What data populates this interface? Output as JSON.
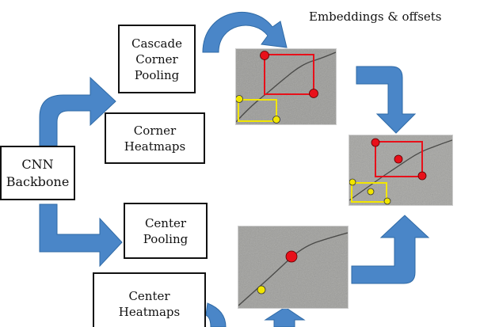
{
  "title": "Embeddings & offsets",
  "boxes": {
    "backbone": {
      "line1": "CNN",
      "line2": "Backbone"
    },
    "cascade": {
      "line1": "Cascade",
      "line2": "Corner",
      "line3": "Pooling"
    },
    "corner_heatmaps": {
      "line1": "Corner",
      "line2": "Heatmaps"
    },
    "center_pooling": {
      "line1": "Center",
      "line2": "Pooling"
    },
    "center_heatmaps": {
      "line1": "Center",
      "line2": "Heatmaps"
    }
  },
  "images": {
    "corner": "pavement crack image with red corner box and yellow corner box",
    "center": "pavement crack image with red and yellow center keypoints",
    "output": "pavement crack image with red and yellow detection boxes"
  },
  "colors": {
    "arrow": "#4a86c8",
    "arrow_edge": "#2f6aa6",
    "red": "#e8101a",
    "yellow": "#f2e600"
  }
}
